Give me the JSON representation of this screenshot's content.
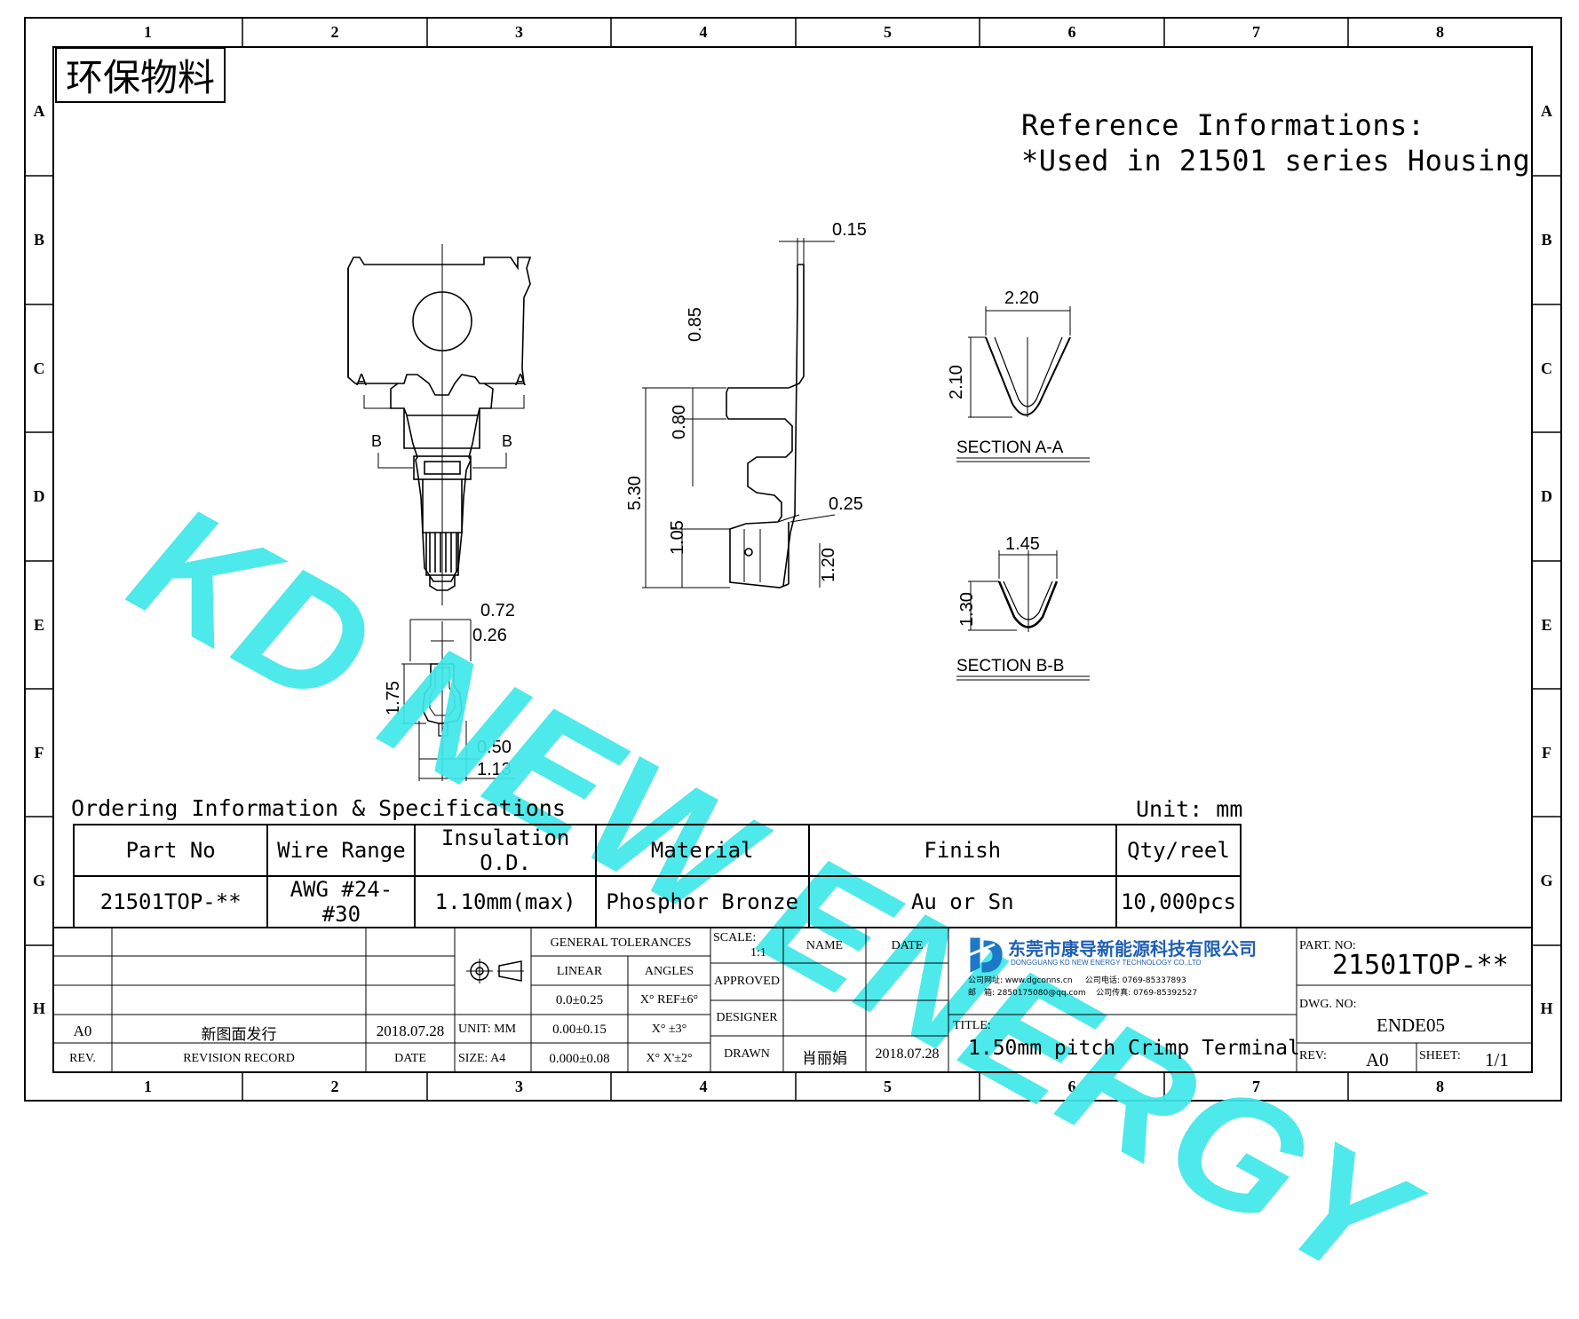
{
  "stamp": "环保物料",
  "reference": {
    "line1": "Reference Informations:",
    "line2": "*Used in 21501 series Housing"
  },
  "watermark": "KD NEW ENERGY",
  "zones": {
    "columns": [
      "1",
      "2",
      "3",
      "4",
      "5",
      "6",
      "7",
      "8"
    ],
    "rows": [
      "A",
      "B",
      "C",
      "D",
      "E",
      "F",
      "G",
      "H"
    ]
  },
  "dimensions": {
    "d015": "0.15",
    "d085": "0.85",
    "d080": "0.80",
    "d530": "5.30",
    "d025": "0.25",
    "d105": "1.05",
    "d120": "1.20",
    "d220": "2.20",
    "d210": "2.10",
    "d145": "1.45",
    "d130": "1.30",
    "d072": "0.72",
    "d026": "0.26",
    "d175": "1.75",
    "d050": "0.50",
    "d113": "1.13"
  },
  "section_marks": {
    "a": "A",
    "b": "B"
  },
  "sections": {
    "aa": "SECTION A-A",
    "bb": "SECTION B-B"
  },
  "ordering": {
    "title": "Ordering Information & Specifications",
    "unit": "Unit: mm",
    "headers": [
      "Part No",
      "Wire Range",
      "Insulation O.D.",
      "Material",
      "Finish",
      "Qty/reel"
    ],
    "row": [
      "21501TOP-**",
      "AWG #24-#30",
      "1.10mm(max)",
      "Phosphor Bronze",
      "Au or Sn",
      "10,000pcs"
    ]
  },
  "title_block": {
    "rev_a0": "A0",
    "rev_record": "新图面发行",
    "rev_date": "2018.07.28",
    "rev_label": "REV.",
    "revision_record_label": "REVISION RECORD",
    "date_label": "DATE",
    "unit_label": "UNIT: MM",
    "size_label": "SIZE: A4",
    "general_tolerances": "GENERAL TOLERANCES",
    "linear": "LINEAR",
    "angles": "ANGLES",
    "lin1": "0.0±0.25",
    "lin2": "0.00±0.15",
    "lin3": "0.000±0.08",
    "ang1": "X° REF±6°",
    "ang2": "X° ±3°",
    "ang3": "X° X'±2°",
    "scale_label": "SCALE:",
    "scale_value": "1:1",
    "name_label": "NAME",
    "date_col": "DATE",
    "approved": "APPROVED",
    "designer": "DESIGNER",
    "drawn": "DRAWN",
    "drawn_name": "肖丽娟",
    "drawn_date": "2018.07.28",
    "company_cn": "东莞市康导新能源科技有限公司",
    "company_en": "DONGGUANG KD NEW ENERGY TECHNOLOGY CO.,LTD",
    "company_web_label": "公司网址:",
    "company_web": "www.dgconns.cn",
    "company_tel_label": "公司电话:",
    "company_tel": "0769-85337893",
    "company_mail_label": "邮　箱:",
    "company_mail": "2850175080@qq.com",
    "company_fax_label": "公司传真:",
    "company_fax": "0769-85392527",
    "title_label": "TITLE:",
    "title_value": "1.50mm pitch Crimp Terminal",
    "partno_label": "PART. NO:",
    "partno_value": "21501TOP-**",
    "dwgno_label": "DWG. NO:",
    "dwgno_value": "ENDE05",
    "rev_label2": "REV:",
    "rev_value": "A0",
    "sheet_label": "SHEET:",
    "sheet_value": "1/1"
  }
}
